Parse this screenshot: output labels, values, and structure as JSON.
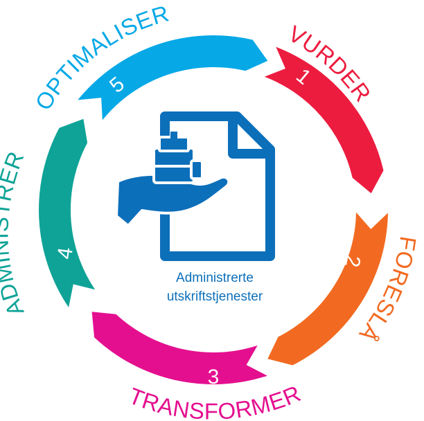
{
  "steps": [
    {
      "number": "1",
      "label": "VURDER",
      "color": "#ec1c3f"
    },
    {
      "number": "2",
      "label": "FORESLÅ",
      "color": "#f26a21"
    },
    {
      "number": "3",
      "label": "TRANSFORMER",
      "color": "#e40f8f"
    },
    {
      "number": "4",
      "label": "ADMINISTRER",
      "color": "#0fa397"
    },
    {
      "number": "5",
      "label": "OPTIMALISER",
      "color": "#06a8e6"
    }
  ],
  "center": {
    "caption_line1": "Administrerte",
    "caption_line2": "utskriftstjenester",
    "icon": "document-with-hand-icon",
    "icon_color": "#0c6fba"
  }
}
